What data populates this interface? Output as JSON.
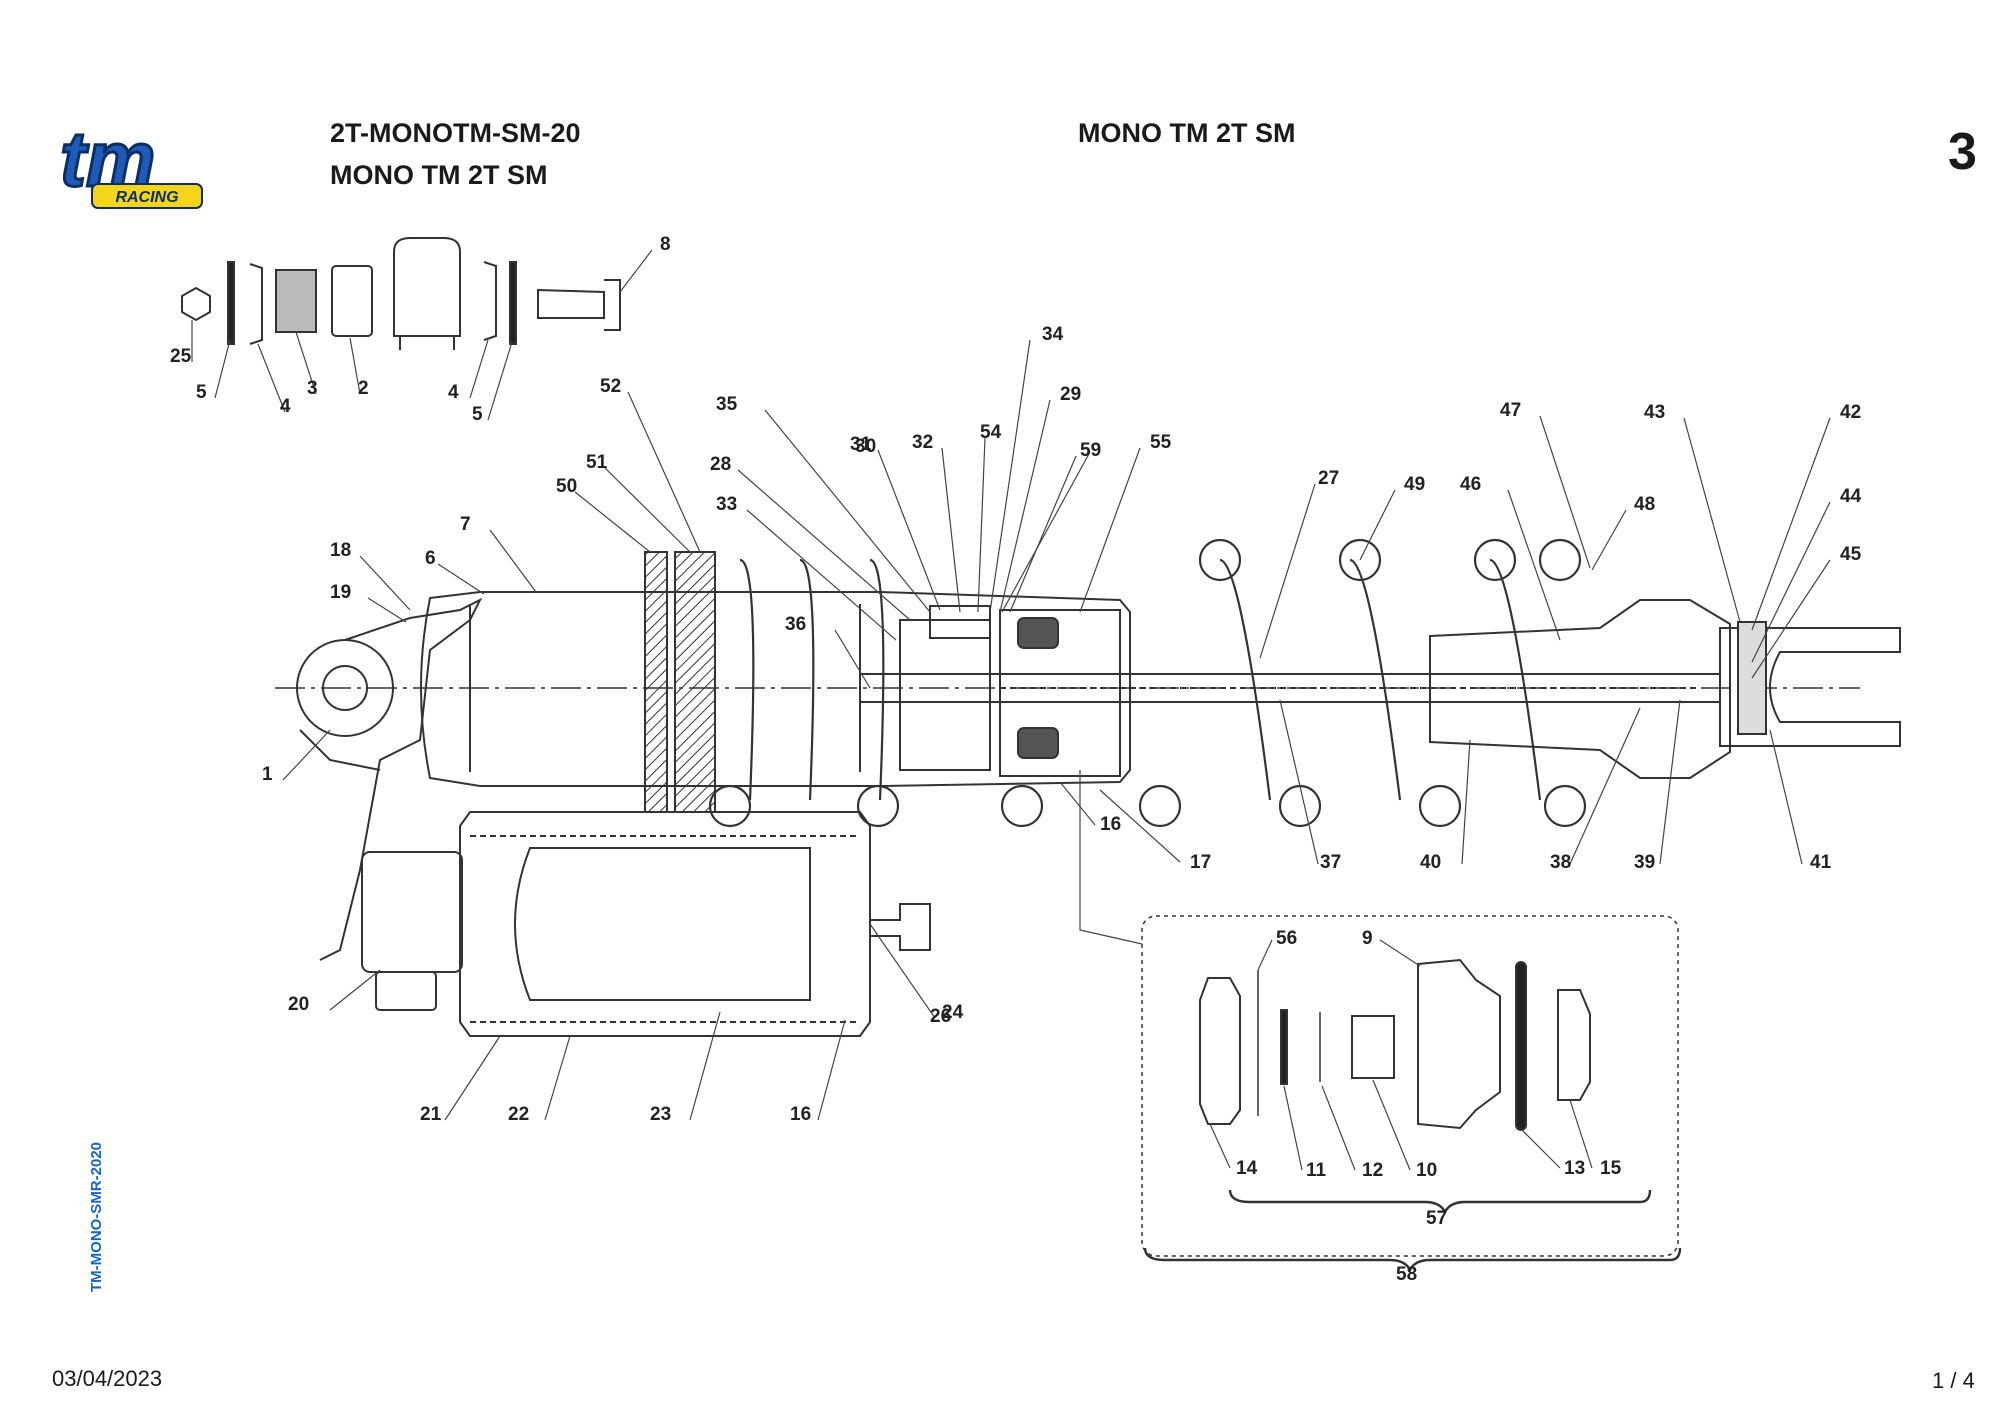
{
  "header": {
    "code": "2T-MONOTM-SM-20",
    "subtitle": "MONO TM 2T SM",
    "center_title": "MONO TM 2T SM",
    "page_number": "3"
  },
  "logo": {
    "main": "tm",
    "sub": "RACING",
    "colors": {
      "blue": "#1e5bb8",
      "yellow": "#f4d51c"
    }
  },
  "side_code": "TM-MONO-SMR-2020",
  "footer": {
    "date": "03/04/2023",
    "page": "1 / 4"
  },
  "callouts": [
    "25",
    "5",
    "4",
    "3",
    "2",
    "4",
    "5",
    "8",
    "1",
    "18",
    "19",
    "6",
    "7",
    "50",
    "51",
    "52",
    "35",
    "28",
    "33",
    "30",
    "31",
    "32",
    "54",
    "34",
    "29",
    "59",
    "55",
    "36",
    "27",
    "49",
    "46",
    "47",
    "48",
    "43",
    "42",
    "44",
    "45",
    "16",
    "17",
    "37",
    "40",
    "38",
    "39",
    "41",
    "20",
    "21",
    "22",
    "23",
    "16",
    "24",
    "26",
    "56",
    "9",
    "14",
    "11",
    "12",
    "10",
    "13",
    "15",
    "57",
    "58"
  ]
}
